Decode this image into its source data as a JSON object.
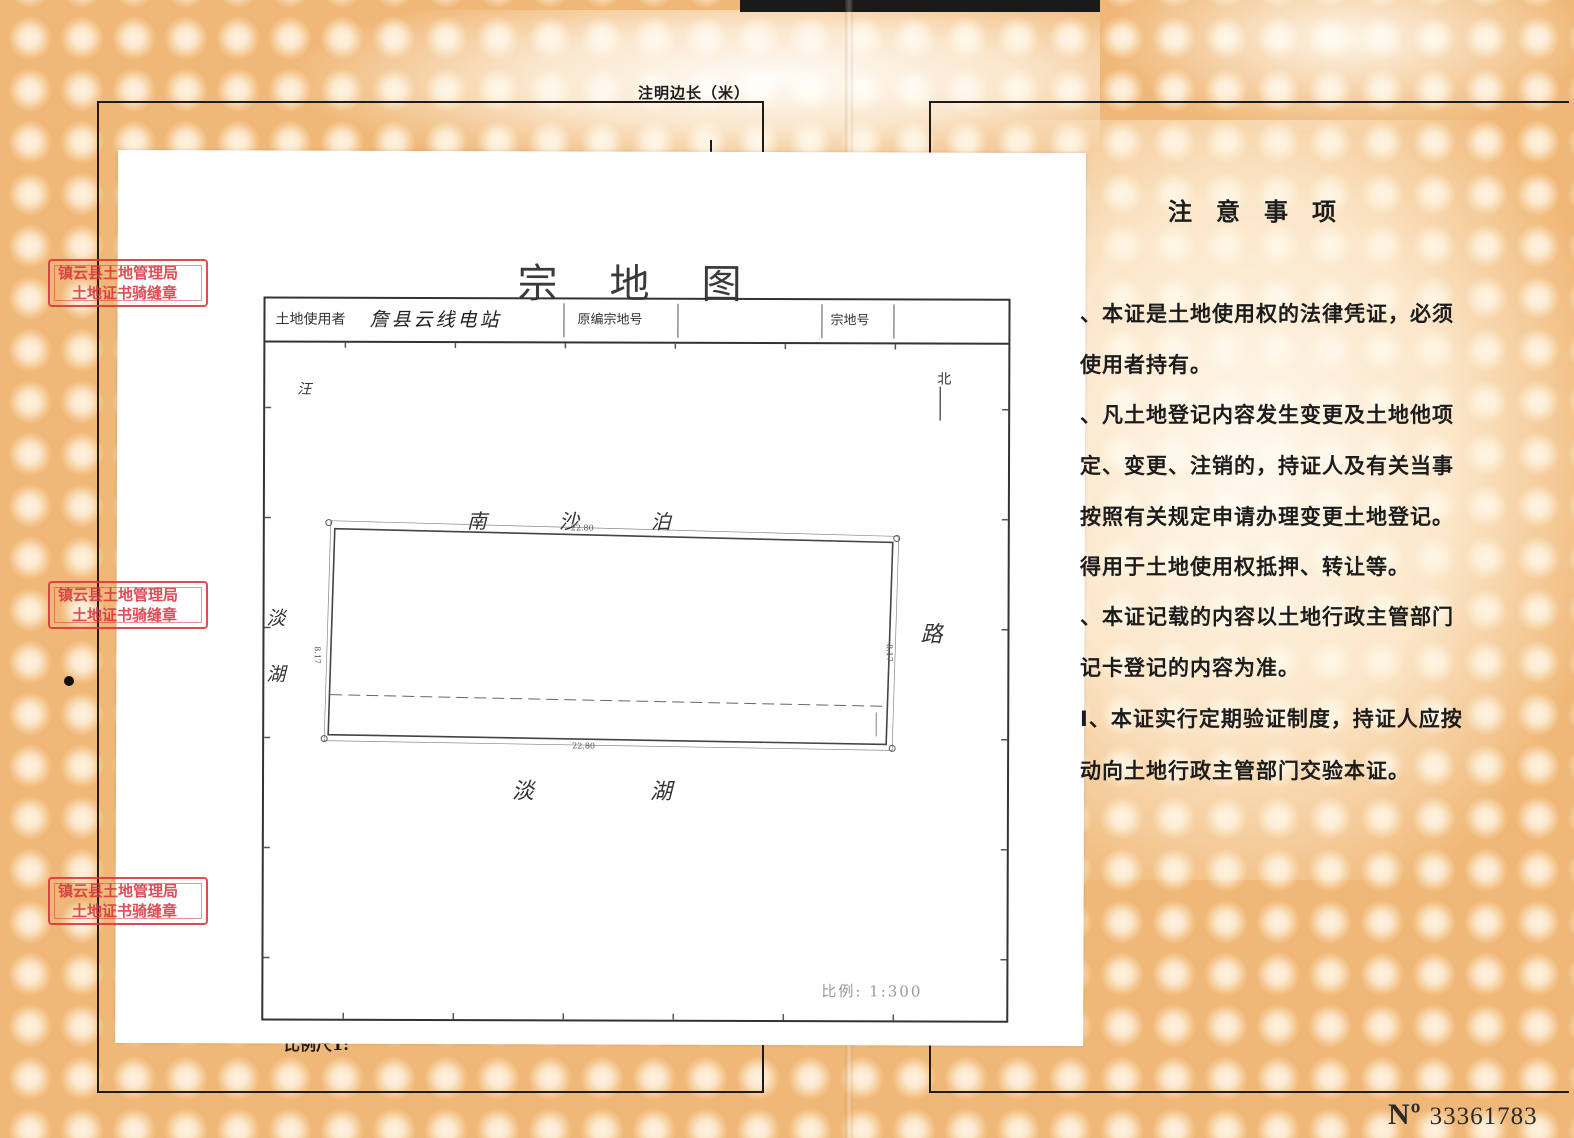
{
  "left_page": {
    "edge_length_note": "注明边长（米）",
    "scale_label": "比例尺1:"
  },
  "map_sheet": {
    "title": "宗地图",
    "header": {
      "land_user_label": "土地使用者",
      "land_user_value": "詹县云线电站",
      "old_parcel_label": "原编宗地号",
      "parcel_label": "宗地号"
    },
    "north_label": "北",
    "neighbors": {
      "north": "南沙泊",
      "south": "淡湖",
      "west": "淡湖",
      "east": "路",
      "top_left": "汪"
    },
    "dimensions": {
      "top": "22.80",
      "bottom": "22.80",
      "left": "8.17",
      "right": "8.17"
    },
    "ratio_text": "比例: 1:300"
  },
  "stamps": [
    {
      "line1": "镇云县土地管理局",
      "line2": "土地证书骑缝章"
    },
    {
      "line1": "镇云县土地管理局",
      "line2": "土地证书骑缝章"
    },
    {
      "line1": "镇云县土地管理局",
      "line2": "土地证书骑缝章"
    }
  ],
  "notice": {
    "title": "注意事项",
    "lines": [
      "、本证是土地使用权的法律凭证，必须",
      "使用者持有。",
      "、凡土地登记内容发生变更及土地他项",
      "定、变更、注销的，持证人及有关当事",
      "按照有关规定申请办理变更土地登记。",
      "得用于土地使用权抵押、转让等。",
      "、本证记载的内容以土地行政主管部门",
      "记卡登记的内容为准。",
      "I、本证实行定期验证制度，持证人应按",
      "动向土地行政主管部门交验本证。"
    ]
  },
  "serial": {
    "prefix": "Nº",
    "number": "33361783"
  },
  "colors": {
    "paper_orange": "#f0b878",
    "stamp_red": "#d8353f",
    "ink": "#1c1c1c"
  }
}
